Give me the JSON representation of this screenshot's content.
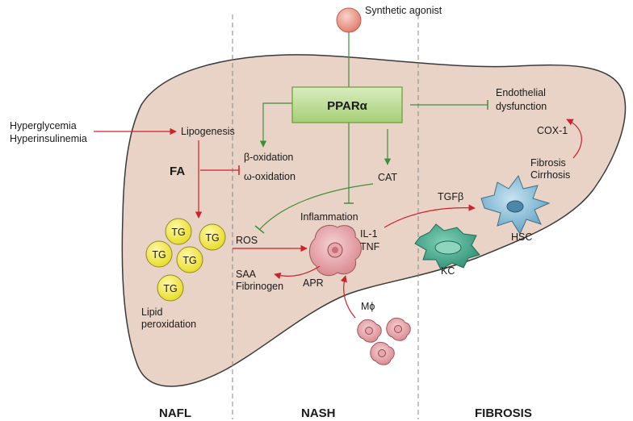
{
  "agonist": "Synthetic agonist",
  "ppar": "PPARα",
  "left_input": [
    "Hyperglycemia",
    "Hyperinsulinemia"
  ],
  "lipogenesis": "Lipogenesis",
  "fa": "FA",
  "beta_oxidation": "β-oxidation",
  "omega_oxidation": "ω-oxidation",
  "cat": "CAT",
  "inflammation": "Inflammation",
  "ros": "ROS",
  "tg": [
    "TG",
    "TG",
    "TG",
    "TG",
    "TG"
  ],
  "lipid_peroxidation": [
    "Lipid",
    "peroxidation"
  ],
  "cytokines": [
    "IL-1",
    "TNF"
  ],
  "apr": "APR",
  "saa": [
    "SAA",
    "Fibrinogen"
  ],
  "macrophage": "Mϕ",
  "tgfb": "TGFβ",
  "kc": "KC",
  "hsc": "HSC",
  "fibrosis_cirrhosis": [
    "Fibrosis",
    "Cirrhosis"
  ],
  "cox1": "COX-1",
  "endothelial": [
    "Endothelial",
    "dysfunction"
  ],
  "stages": [
    "NAFL",
    "NASH",
    "FIBROSIS"
  ],
  "colors": {
    "liver_fill": "#e8d3c6",
    "liver_stroke": "#3a3a3a",
    "ppar_fill": "#b7d98b",
    "ppar_stroke": "#6a9a3a",
    "green_line": "#3f8f3a",
    "red_line": "#d0202a",
    "tg_fill": "#f4e94a",
    "agonist_fill": "#f09a8c",
    "cell_pink": "#e7a9ad",
    "kc_fill": "#3fa68a",
    "hsc_fill": "#7fb8d4"
  }
}
